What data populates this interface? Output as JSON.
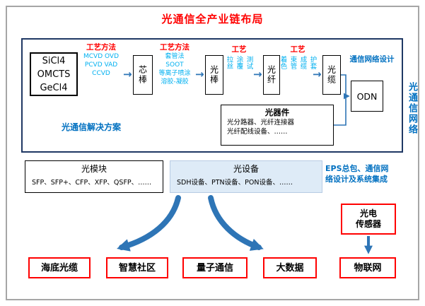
{
  "title": "光通信全产业链布局",
  "icons": {
    "right_arrow": "→"
  },
  "colors": {
    "accent_red": "#FF0000",
    "label_blue": "#0070C0",
    "process_blue": "#00B0F0",
    "arrow_blue": "#2E75B6",
    "frame_navy": "#1F3864"
  },
  "chain": {
    "materials": {
      "lines": [
        "SiCl4",
        "OMCTS",
        "GeCl4"
      ]
    },
    "proc1": {
      "label": "工艺方法",
      "lines": [
        "MCVD OVD",
        "PCVD VAD",
        "CCVD"
      ]
    },
    "core_rod": "芯棒",
    "proc2": {
      "label": "工艺方法",
      "lines": [
        "套管法",
        "SOOT",
        "等离子喷涂",
        "溶胶-凝胶"
      ]
    },
    "preform": "光棒",
    "proc3": {
      "label": "工艺",
      "words": [
        "拉丝",
        "涂覆",
        "测试"
      ]
    },
    "fiber": "光纤",
    "proc4": {
      "label": "工艺",
      "words": [
        "着色",
        "束管",
        "成缆",
        "护套"
      ]
    },
    "cable": "光缆",
    "network_design_label": "通信网络设计",
    "odn": "ODN",
    "components": {
      "title": "光器件",
      "lines": [
        "光分路器、光纤连接器",
        "光纤配线设备、……"
      ]
    },
    "solution_label": "光通信解决方案",
    "side_label": "光通信网络"
  },
  "row2": {
    "module": {
      "title": "光模块",
      "items": "SFP、SFP+、CFP、XFP、QSFP、……"
    },
    "equipment": {
      "title": "光设备",
      "items": "SDH设备、PTN设备、PON设备、……"
    },
    "eps_lines": [
      "EPS总包、通信网",
      "络设计及系统集成"
    ]
  },
  "sensor": {
    "lines": [
      "光电",
      "传感器"
    ]
  },
  "bottom_boxes": [
    "海底光缆",
    "智慧社区",
    "量子通信",
    "大数据",
    "物联网"
  ]
}
